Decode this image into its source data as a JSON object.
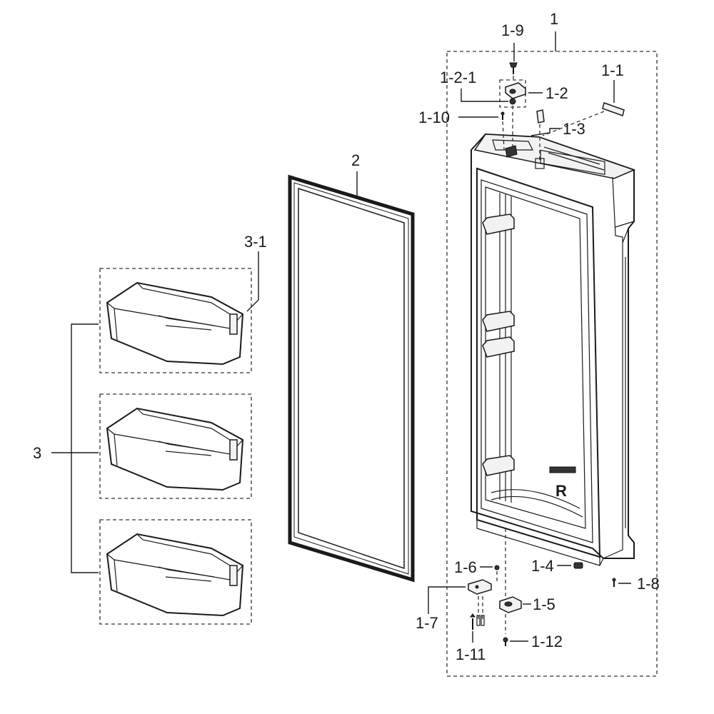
{
  "diagram": {
    "labels": {
      "p1": "1",
      "p1_1": "1-1",
      "p1_2": "1-2",
      "p1_2_1": "1-2-1",
      "p1_3": "1-3",
      "p1_4": "1-4",
      "p1_5": "1-5",
      "p1_6": "1-6",
      "p1_7": "1-7",
      "p1_8": "1-8",
      "p1_9": "1-9",
      "p1_10": "1-10",
      "p1_11": "1-11",
      "p1_12": "1-12",
      "p2": "2",
      "p3": "3",
      "p3_1": "3-1",
      "door_mark": "R"
    }
  }
}
